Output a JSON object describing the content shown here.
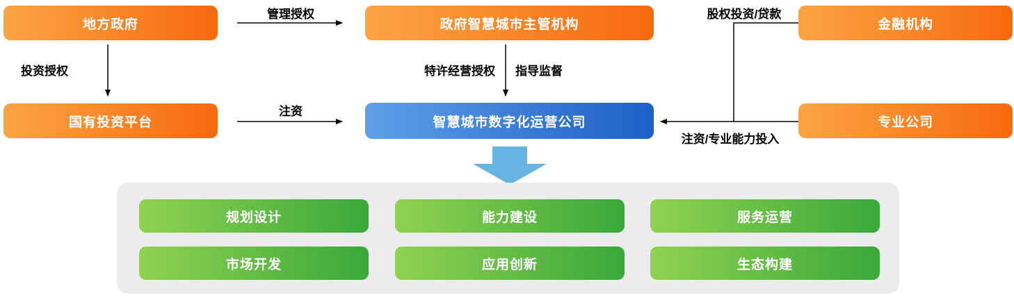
{
  "diagram": {
    "nodes": {
      "local_government": "地方政府",
      "smart_city_authority": "政府智慧城市主管机构",
      "financial_institution": "金融机构",
      "state_investment_platform": "国有投资平台",
      "operations_company": "智慧城市数字化运营公司",
      "professional_company": "专业公司"
    },
    "edge_labels": {
      "management_authorization": "管理授权",
      "investment_authorization": "投资授权",
      "franchise_authorization": "特许经营授权",
      "guidance_supervision": "指导监督",
      "capital_injection": "注资",
      "equity_investment_loan": "股权投资/贷款",
      "capital_capability_input": "注资/专业能力投入"
    },
    "capabilities": [
      "规划设计",
      "能力建设",
      "服务运营",
      "市场开发",
      "应用创新",
      "生态构建"
    ],
    "colors": {
      "orange_gradient_start": "#FBA445",
      "orange_gradient_end": "#F7690D",
      "blue_gradient_start": "#5F9FE8",
      "blue_gradient_end": "#1D5FC6",
      "green_gradient_start": "#90D24F",
      "green_gradient_end": "#3AA83B",
      "panel_gray": "#ECECEC",
      "big_arrow_blue": "#66B4E2",
      "connector_black": "#000000"
    }
  }
}
